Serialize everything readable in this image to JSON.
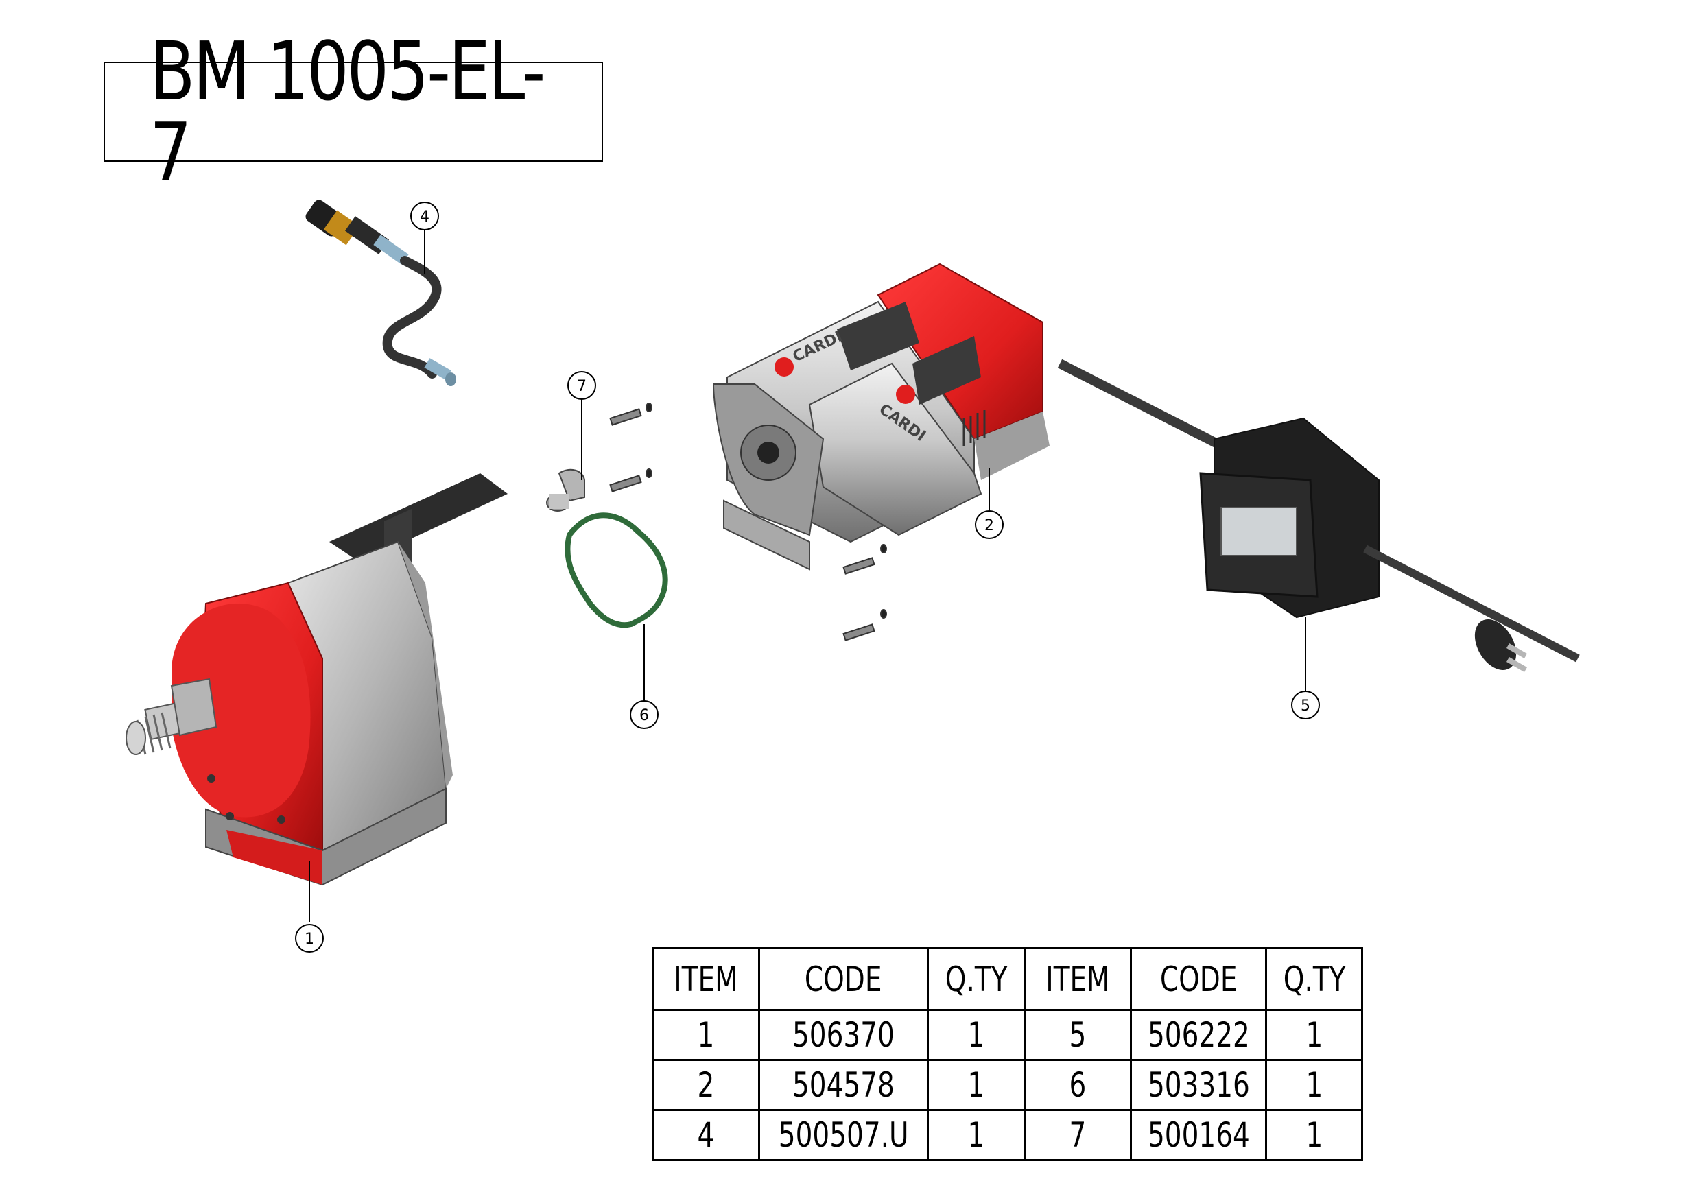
{
  "title": "BM 1005-EL-7",
  "callouts": {
    "item1": "1",
    "item2": "2",
    "item4": "4",
    "item5": "5",
    "item6": "6",
    "item7": "7"
  },
  "brand_mark": "CARDI",
  "bom": {
    "headers": [
      "ITEM",
      "CODE",
      "Q.TY",
      "ITEM",
      "CODE",
      "Q.TY"
    ],
    "rows": [
      [
        "1",
        "506370",
        "1",
        "5",
        "506222",
        "1"
      ],
      [
        "2",
        "504578",
        "1",
        "6",
        "503316",
        "1"
      ],
      [
        "4",
        "500507.U",
        "1",
        "7",
        "500164",
        "1"
      ]
    ]
  },
  "colors": {
    "red_housing": "#e01e1e",
    "grey_metal": "#b9b9b9",
    "dark_part": "#3a3a3a",
    "green_gasket": "#2f6b3a"
  }
}
